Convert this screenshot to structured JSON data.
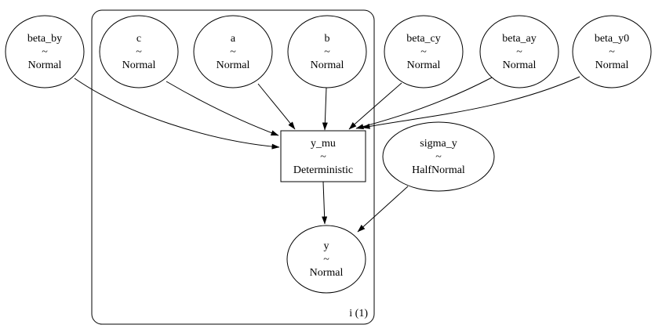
{
  "diagram": {
    "type": "probabilistic-graphical-model",
    "background_color": "#ffffff",
    "node_stroke_color": "#000000",
    "node_fill_color": "#ffffff",
    "text_color": "#000000",
    "plate": {
      "label": "i (1)"
    },
    "nodes": {
      "beta_by": {
        "label": "beta_by",
        "relation": "~",
        "distribution": "Normal",
        "shape": "ellipse"
      },
      "c": {
        "label": "c",
        "relation": "~",
        "distribution": "Normal",
        "shape": "ellipse"
      },
      "a": {
        "label": "a",
        "relation": "~",
        "distribution": "Normal",
        "shape": "ellipse"
      },
      "b": {
        "label": "b",
        "relation": "~",
        "distribution": "Normal",
        "shape": "ellipse"
      },
      "beta_cy": {
        "label": "beta_cy",
        "relation": "~",
        "distribution": "Normal",
        "shape": "ellipse"
      },
      "beta_ay": {
        "label": "beta_ay",
        "relation": "~",
        "distribution": "Normal",
        "shape": "ellipse"
      },
      "beta_y0": {
        "label": "beta_y0",
        "relation": "~",
        "distribution": "Normal",
        "shape": "ellipse"
      },
      "y_mu": {
        "label": "y_mu",
        "relation": "~",
        "distribution": "Deterministic",
        "shape": "rectangle"
      },
      "sigma_y": {
        "label": "sigma_y",
        "relation": "~",
        "distribution": "HalfNormal",
        "shape": "ellipse"
      },
      "y": {
        "label": "y",
        "relation": "~",
        "distribution": "Normal",
        "shape": "ellipse"
      }
    },
    "edges": [
      {
        "from": "beta_by",
        "to": "y_mu"
      },
      {
        "from": "c",
        "to": "y_mu"
      },
      {
        "from": "a",
        "to": "y_mu"
      },
      {
        "from": "b",
        "to": "y_mu"
      },
      {
        "from": "beta_cy",
        "to": "y_mu"
      },
      {
        "from": "beta_ay",
        "to": "y_mu"
      },
      {
        "from": "beta_y0",
        "to": "y_mu"
      },
      {
        "from": "y_mu",
        "to": "y"
      },
      {
        "from": "sigma_y",
        "to": "y"
      }
    ]
  }
}
